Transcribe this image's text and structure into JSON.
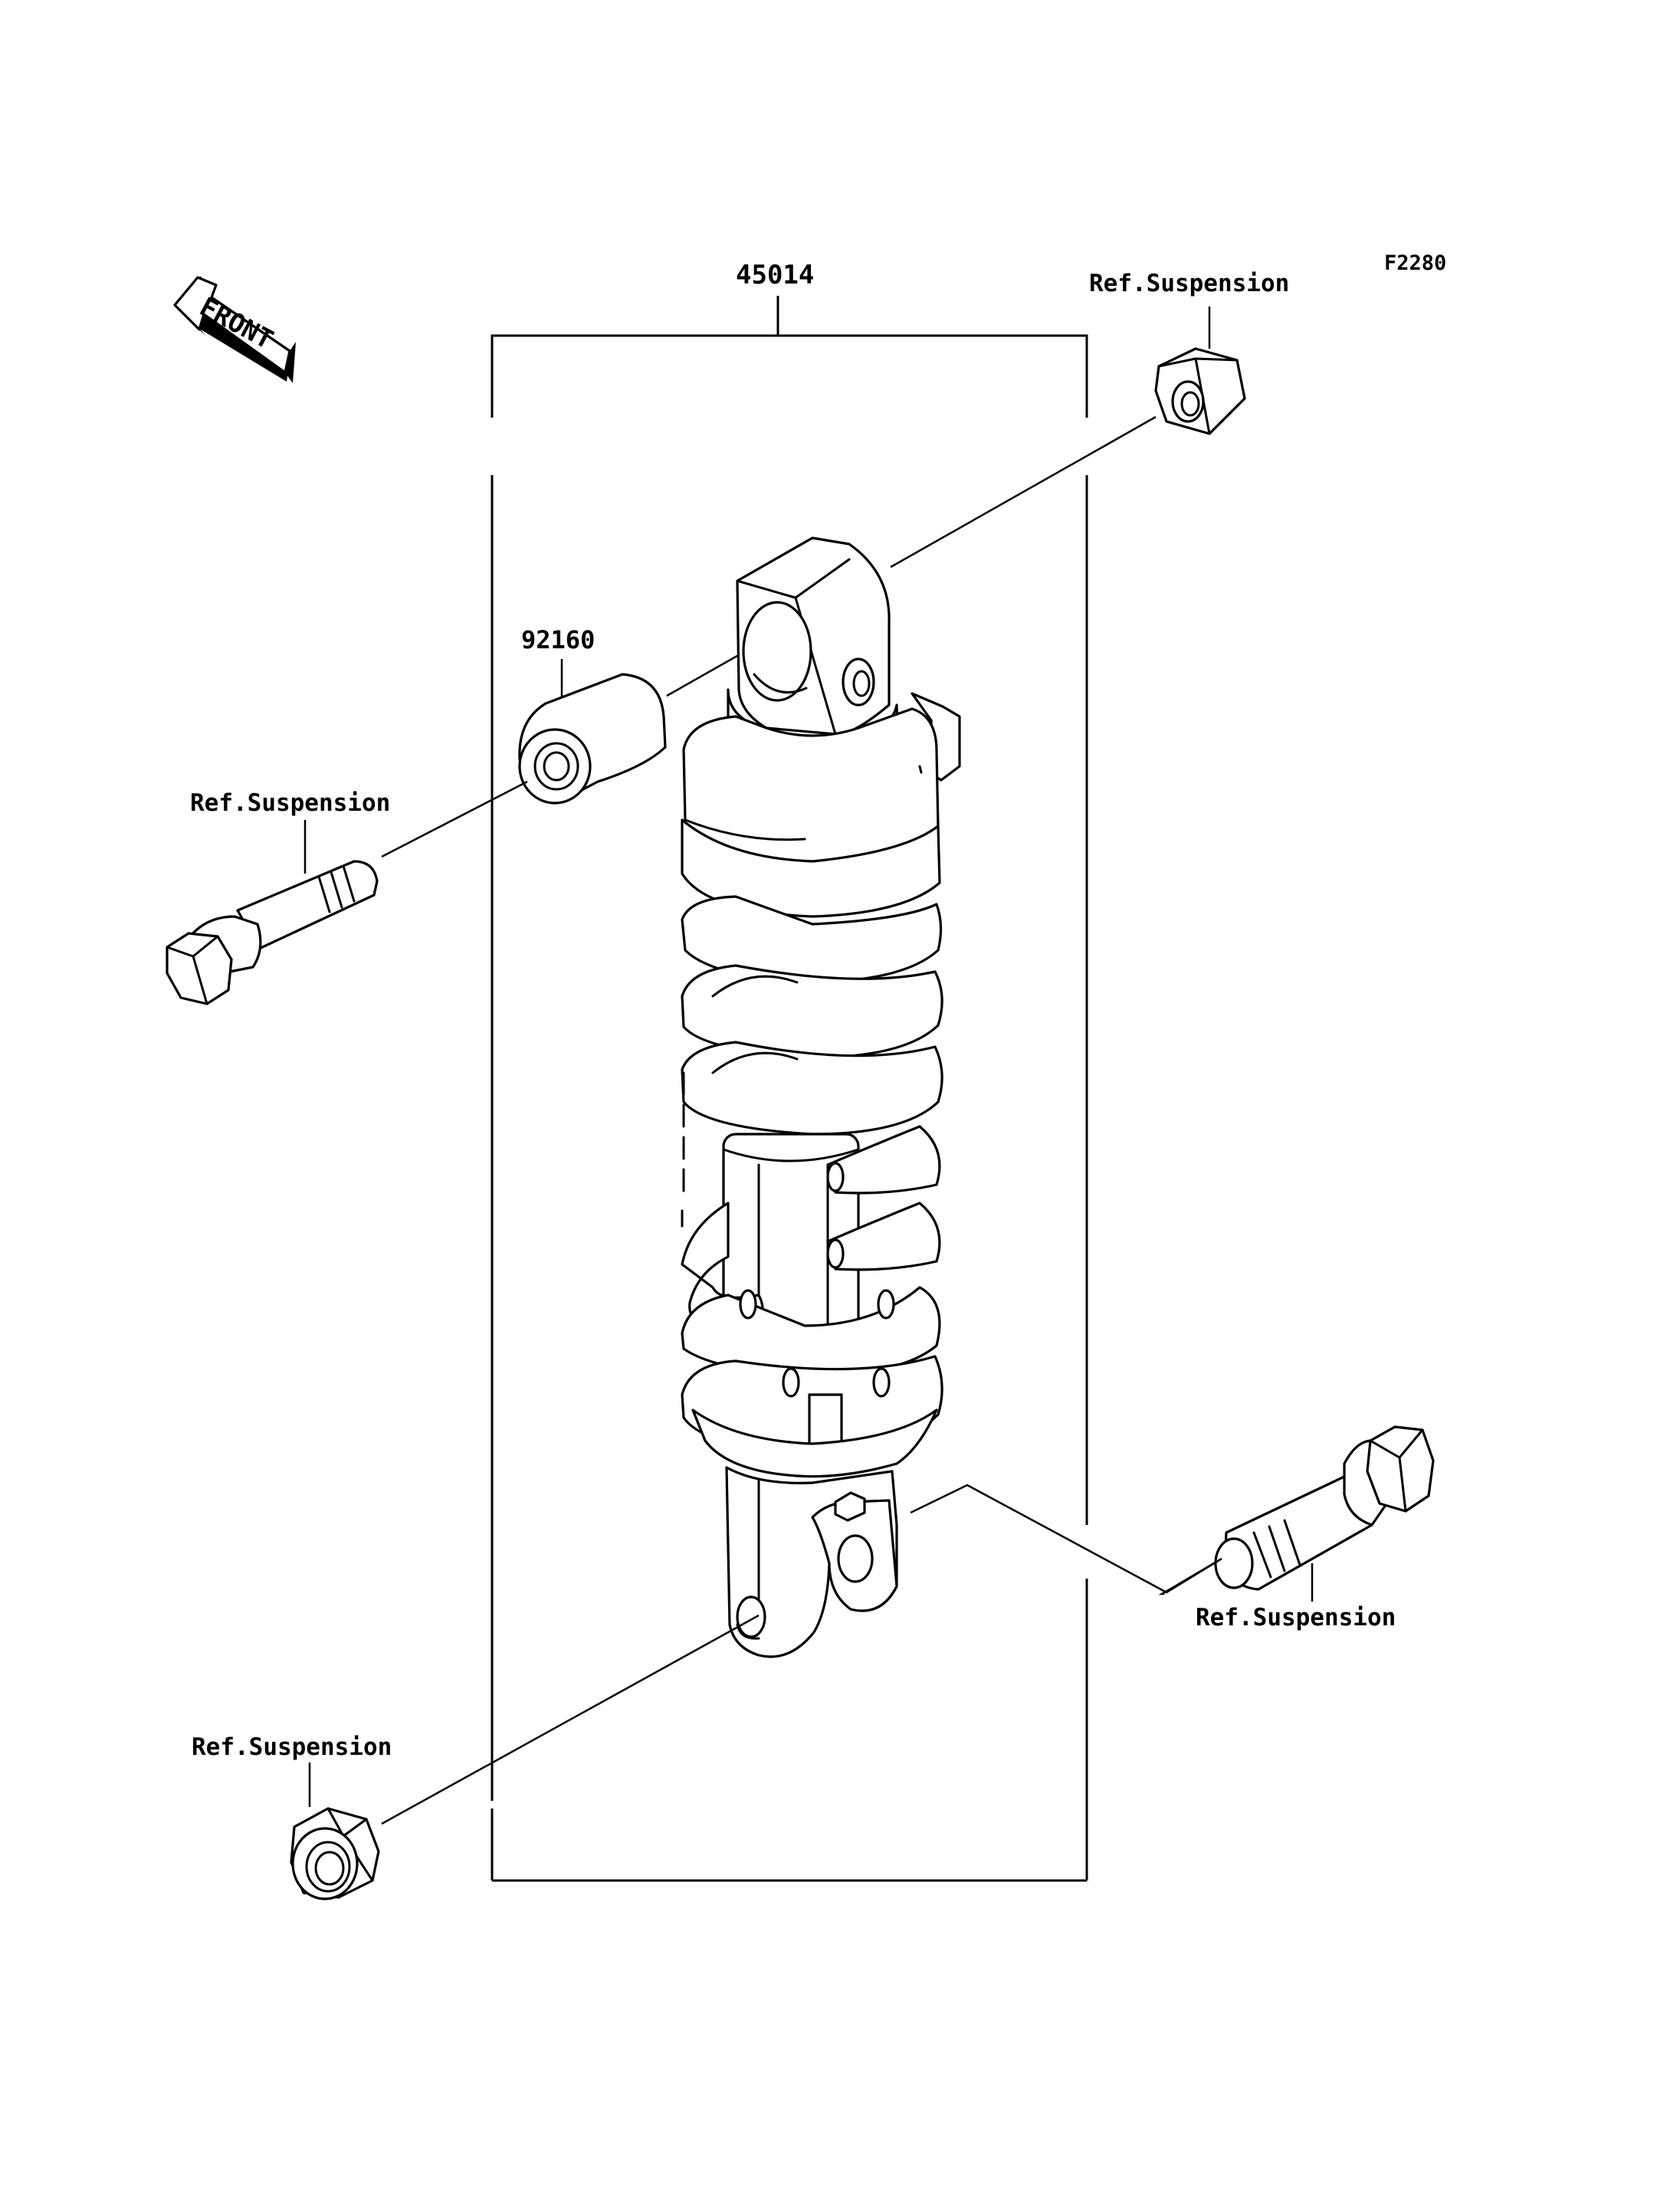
{
  "figure_code": "F2280",
  "orientation_badge": "FRONT",
  "parts": {
    "shock_absorber": "45014",
    "collar": "92160"
  },
  "references": {
    "top_nut": "Ref.Suspension",
    "upper_bolt": "Ref.Suspension",
    "lower_bolt": "Ref.Suspension",
    "bottom_nut": "Ref.Suspension"
  }
}
